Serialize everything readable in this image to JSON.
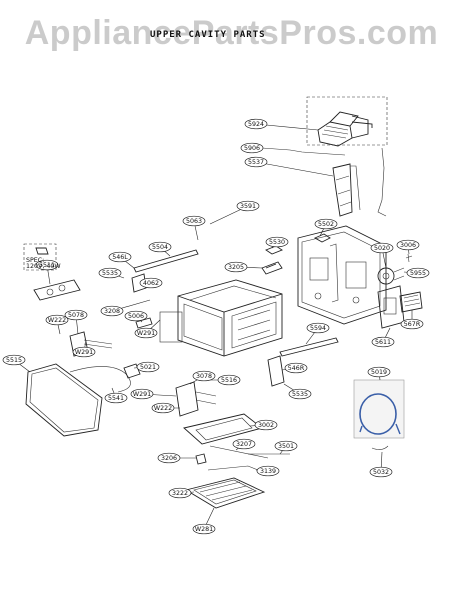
{
  "watermark": "AppliancePartsPros.com",
  "title": "UPPER CAVITY PARTS",
  "spec_note": {
    "line1": "SPEC:",
    "line2": "120V, 40W"
  },
  "callouts": [
    {
      "id": "c5924",
      "label": "5924"
    },
    {
      "id": "c5906",
      "label": "5906"
    },
    {
      "id": "c5537",
      "label": "5537"
    },
    {
      "id": "c5063",
      "label": "5063"
    },
    {
      "id": "c3591",
      "label": "3591"
    },
    {
      "id": "c5502",
      "label": "5502"
    },
    {
      "id": "c5504",
      "label": "5504"
    },
    {
      "id": "c5530",
      "label": "5530"
    },
    {
      "id": "c5020",
      "label": "5020"
    },
    {
      "id": "c3006",
      "label": "3006"
    },
    {
      "id": "c546L",
      "label": "546L"
    },
    {
      "id": "c3205",
      "label": "3205"
    },
    {
      "id": "c5955",
      "label": "5955"
    },
    {
      "id": "c5511",
      "label": "5511"
    },
    {
      "id": "c5535a",
      "label": "5535"
    },
    {
      "id": "c4062",
      "label": "4062"
    },
    {
      "id": "c3208",
      "label": "3208"
    },
    {
      "id": "c5006",
      "label": "5006"
    },
    {
      "id": "c5078",
      "label": "5078"
    },
    {
      "id": "cW222a",
      "label": "W222"
    },
    {
      "id": "cW291a",
      "label": "W291"
    },
    {
      "id": "c567R",
      "label": "567R"
    },
    {
      "id": "c5594",
      "label": "5594"
    },
    {
      "id": "c5611",
      "label": "5611"
    },
    {
      "id": "cW291b",
      "label": "W291"
    },
    {
      "id": "c5515",
      "label": "5515"
    },
    {
      "id": "c5021",
      "label": "5021"
    },
    {
      "id": "c546R",
      "label": "546R"
    },
    {
      "id": "c5516",
      "label": "5516"
    },
    {
      "id": "c3078",
      "label": "3078"
    },
    {
      "id": "cW291c",
      "label": "W291"
    },
    {
      "id": "c5541",
      "label": "5541"
    },
    {
      "id": "c5535b",
      "label": "5535"
    },
    {
      "id": "c5019",
      "label": "5019"
    },
    {
      "id": "cW222b",
      "label": "W222"
    },
    {
      "id": "c3002",
      "label": "3002"
    },
    {
      "id": "c3207",
      "label": "3207"
    },
    {
      "id": "c3501",
      "label": "3501"
    },
    {
      "id": "c3206",
      "label": "3206"
    },
    {
      "id": "c3139",
      "label": "3139"
    },
    {
      "id": "c5032",
      "label": "5032"
    },
    {
      "id": "c3222",
      "label": "3222"
    },
    {
      "id": "cW281",
      "label": "W281"
    }
  ]
}
